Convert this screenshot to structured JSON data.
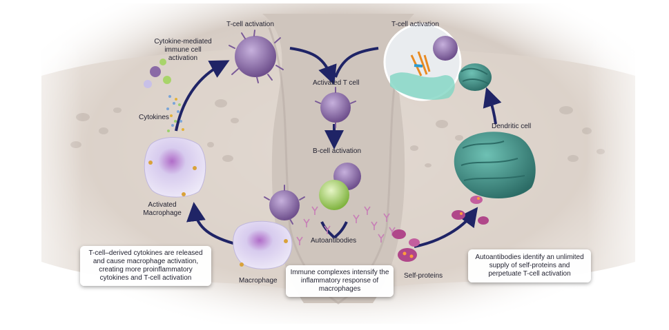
{
  "labels": {
    "tcell_activation_top": "T-cell activation",
    "tcell_activation_right": "T-cell activation",
    "cytokine_mediated": "Cytokine-mediated\nimmune cell\nactivation",
    "activated_tcell": "Activated T cell",
    "bcell_activation": "B-cell activation",
    "cytokines": "Cytokines",
    "dendritic_cell": "Dendritic cell",
    "activated_macrophage": "Activated\nMacrophage",
    "autoantibodies": "Autoantibodies",
    "macrophage": "Macrophage",
    "self_proteins": "Self-proteins"
  },
  "callouts": {
    "left": "T-cell–derived cytokines are released and cause macrophage activation, creating more proinflammatory cytokines and T-cell activation",
    "middle": "Immune complexes intensify the inflammatory response of macrophages",
    "right": "Autoantibodies identify an unlimited supply of self-proteins and perpetuate T-cell activation"
  },
  "colors": {
    "arrow": "#1f2466",
    "tcell": "#8a6aa6",
    "macrophage": "#d9d4ec",
    "dendritic": "#3f8f86",
    "bcell": "#a8d46a",
    "self_protein": "#b0478a"
  }
}
